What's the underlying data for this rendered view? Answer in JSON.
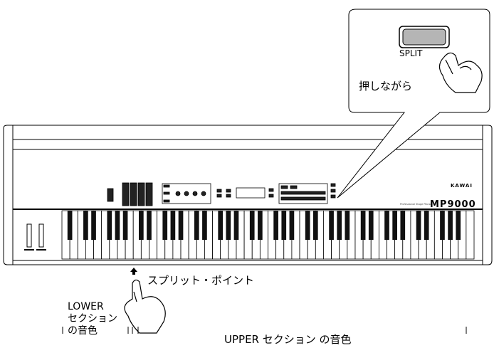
{
  "callout": {
    "button_label": "SPLIT",
    "instruction": "押しながら"
  },
  "keyboard": {
    "brand": "KAWAI",
    "model": "MP9000",
    "subtitle": "Professional Stage Piano"
  },
  "annotations": {
    "split_point": "スプリット・ポイント",
    "lower_line1": "LOWER",
    "lower_line2": "セクション",
    "lower_line3": "の音色",
    "upper": "UPPER セクション の音色"
  }
}
